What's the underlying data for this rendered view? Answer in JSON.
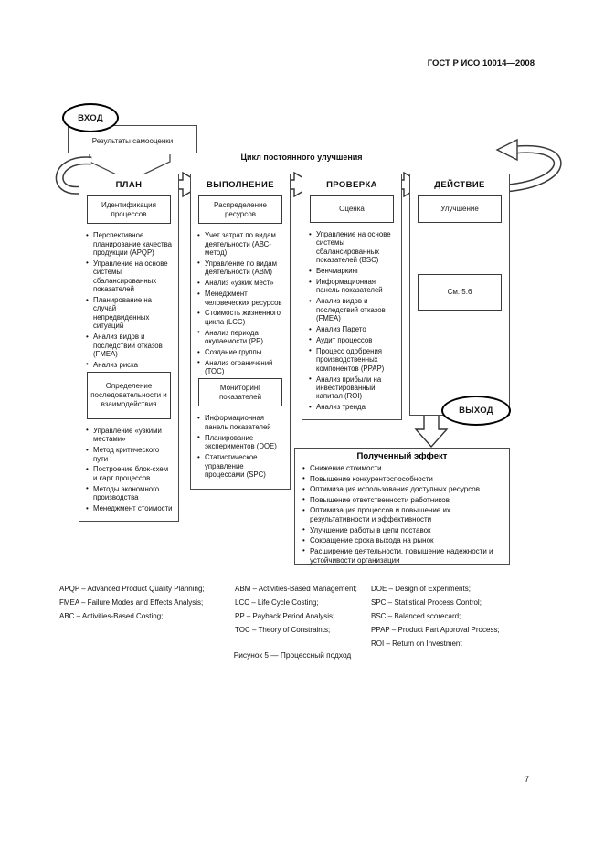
{
  "page": {
    "header": "ГОСТ Р ИСО 10014—2008",
    "caption": "Рисунок 5 — Процессный подход",
    "page_number": "7"
  },
  "diagram": {
    "input_label": "ВХОД",
    "input_box": "Результаты самооценки",
    "cycle_label": "Цикл постоянного улучшения",
    "output_label": "ВЫХОД",
    "columns": [
      {
        "title": "ПЛАН",
        "box1": "Идентификация процессов",
        "bullets1": [
          "Перспективное планирование качества продукции (APQP)",
          "Управление на основе системы сбалансированных показателей",
          "Планирование на случай непредвиденных ситуаций",
          "Анализ видов и последствий отказов (FMEA)",
          "Анализ риска"
        ],
        "box2": "Определение последовательности и взаимодействия",
        "bullets2": [
          "Управление «узкими местами»",
          "Метод критического пути",
          "Построение блок-схем и карт процессов",
          "Методы экономного производства",
          "Менеджмент стоимости"
        ]
      },
      {
        "title": "ВЫПОЛНЕНИЕ",
        "box1": "Распределение ресурсов",
        "bullets1": [
          "Учет затрат по видам деятельности (АВС-метод)",
          "Управление по видам деятельности (АВМ)",
          "Анализ «узких мест»",
          "Менеджмент человеческих ресурсов",
          "Стоимость жизненного цикла (LCC)",
          "Анализ периода окупаемости (РР)",
          "Создание группы",
          "Анализ ограничений (ТОС)"
        ],
        "box2": "Мониторинг показателей",
        "bullets2": [
          "Информационная панель показателей",
          "Планирование экспериментов (DOE)",
          "Статистическое управление процессами (SPC)"
        ]
      },
      {
        "title": "ПРОВЕРКА",
        "box1": "Оценка",
        "bullets1": [
          "Управление на основе системы сбалансированных показателей (BSC)",
          "Бенчмаркинг",
          "Информационная панель показателей",
          "Анализ видов и последствий отказов (FMEA)",
          "Анализ Парето",
          "Аудит процессов",
          "Процесс одобрения производственных компонентов (PPAP)",
          "Анализ прибыли на инвестированный капитал (ROI)",
          "Анализ тренда"
        ]
      },
      {
        "title": "ДЕЙСТВИЕ",
        "box1": "Улучшение",
        "box2": "См. 5.6"
      }
    ],
    "effect_box": {
      "title": "Полученный эффект",
      "bullets": [
        "Снижение стоимости",
        "Повышение конкурентоспособности",
        "Оптимизация использования доступных ресурсов",
        "Повышение ответственности работников",
        "Оптимизация процессов и повышение их результативности и эффективности",
        "Улучшение работы в цепи поставок",
        "Сокращение срока выхода на рынок",
        "Расширение деятельности, повышение надежности и устойчивости организации"
      ]
    }
  },
  "legend": {
    "col1": [
      "APQP – Advanced Product Quality Planning;",
      "FMEA – Failure Modes and Effects Analysis;",
      "ABC – Activities-Based Costing;"
    ],
    "col2": [
      "ABM – Activities-Based Management;",
      "LCC – Life Cycle Costing;",
      "PP – Payback Period Analysis;",
      "TOC – Theory of Constraints;"
    ],
    "col3": [
      "DOE – Design of Experiments;",
      "SPC – Statistical Process Control;",
      "BSC – Balanced scorecard;",
      "PPAP – Product Part Approval Process;",
      "ROI – Return on Investment"
    ]
  }
}
